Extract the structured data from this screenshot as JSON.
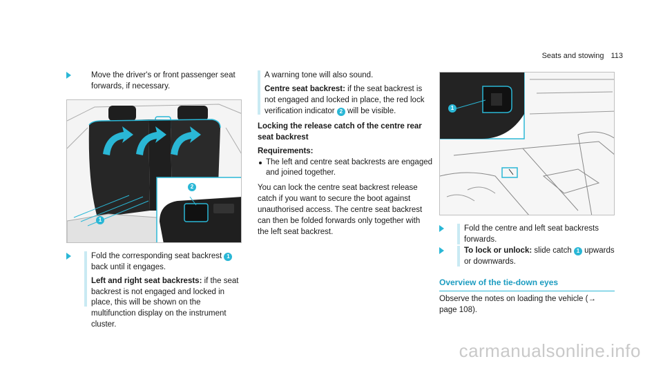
{
  "header": {
    "title": "Seats and stowing",
    "page": "113"
  },
  "left": {
    "step1": "Move the driver's or front passenger seat forwards, if necessary.",
    "figure_callouts": [
      "1",
      "2"
    ]
  },
  "middle_left": {
    "step_fold_prefix": "Fold the corresponding seat backrest ",
    "step_fold_ref": "1",
    "step_fold_suffix": " back until it engages.",
    "lr_label": "Left and right seat backrests:",
    "lr_text": " if the seat backrest is not engaged and locked in place, this will be shown on the multifunction display on the instrument cluster."
  },
  "middle": {
    "warning": "A warning tone will also sound.",
    "centre_label": "Centre seat backrest:",
    "centre_text_a": " if the seat backrest is not engaged and locked in place, the red lock verification indicator ",
    "centre_ref": "2",
    "centre_text_b": " will be visible.",
    "heading": "Locking the release catch of the centre rear seat backrest",
    "req_label": "Requirements:",
    "req_item": "The left and centre seat backrests are engaged and joined together.",
    "para": "You can lock the centre seat backrest release catch if you want to secure the boot against unauthorised access. The centre seat backrest can then be folded forwards only together with the left seat backrest."
  },
  "right": {
    "figure_callouts": [
      "1"
    ],
    "step_fold": "Fold the centre and left seat backrests forwards.",
    "lock_label": "To lock or unlock:",
    "lock_text_a": " slide catch ",
    "lock_ref": "1",
    "lock_text_b": " upwards or downwards.",
    "section_title": "Overview of the tie-down eyes",
    "observe": "Observe the notes on loading the vehicle (→ page 108)."
  },
  "watermark": "carmanualsonline.info",
  "colors": {
    "accent": "#2ab7d6",
    "bar": "#c9eaf3",
    "title": "#1c9cc0"
  }
}
